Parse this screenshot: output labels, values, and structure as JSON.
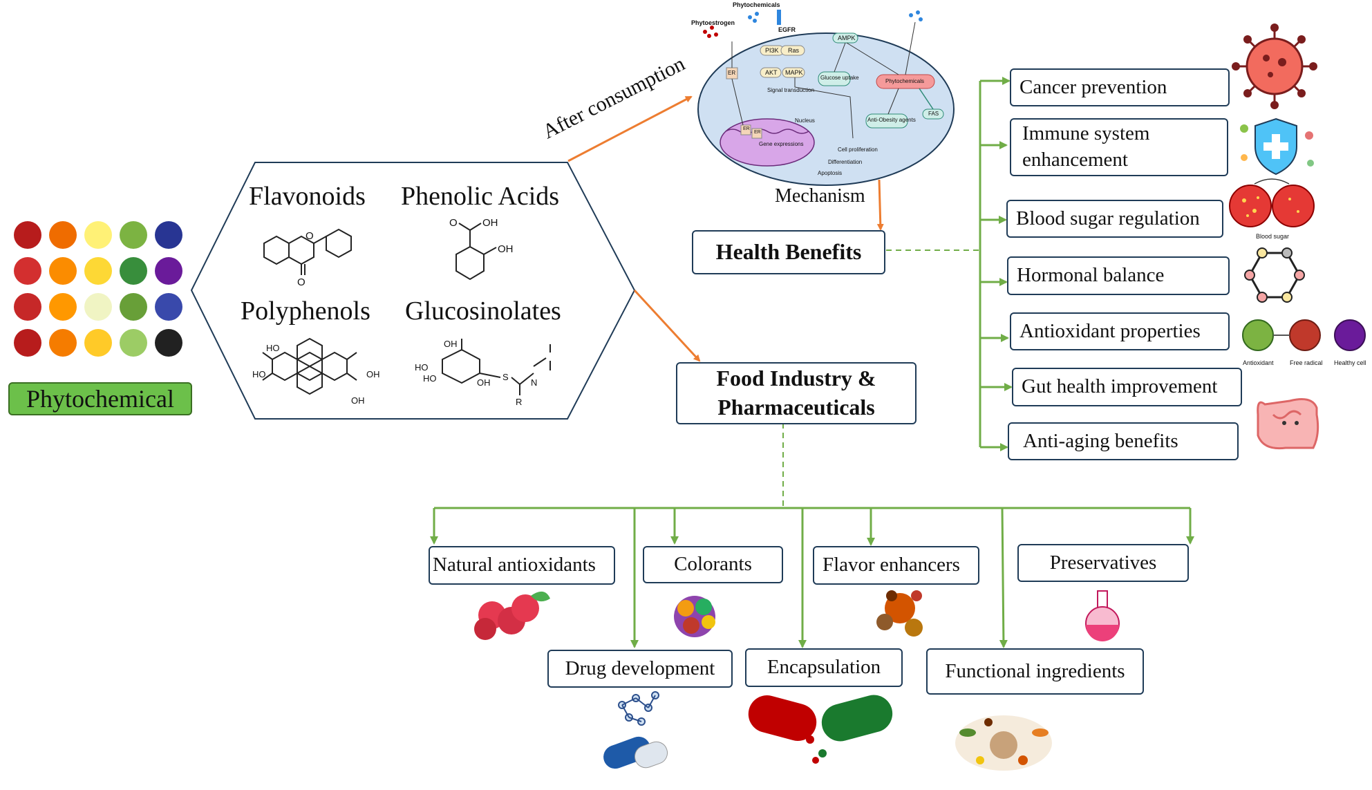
{
  "phytochemical_label": "Phytochemical",
  "classes": {
    "flavonoids": "Flavonoids",
    "phenolic_acids": "Phenolic Acids",
    "polyphenols": "Polyphenols",
    "glucosinolates": "Glucosinolates"
  },
  "structure_labels": {
    "oh": "OH",
    "ho": "HO",
    "o": "O",
    "r": "R",
    "s": "S",
    "n": "N"
  },
  "arrow_labels": {
    "after_consumption": "After consumption",
    "mechanism": "Mechanism"
  },
  "mechanism_cell": {
    "phytochemicals_top": "Phytochemicals",
    "phytoestrogen": "Phytoestrogen",
    "egfr": "EGFR",
    "pi3k": "PI3K",
    "ras": "Ras",
    "akt": "AKT",
    "mapk": "MAPK",
    "signal_transduction": "Signal transduction",
    "ampk": "AMPK",
    "glucose_uptake": "Glucose uptake",
    "phytochemicals_center": "Phytochemicals",
    "anti_obesity": "Anti-Obesity agents",
    "fas": "FAS",
    "er": "ER",
    "nucleus": "Nucleus",
    "gene_expressions": "Gene expressions",
    "cell_proliferation": "Cell proliferation",
    "differentiation": "Differentiation",
    "apoptosis": "Apoptosis"
  },
  "health_benefits": {
    "title": "Health Benefits",
    "items": [
      "Cancer prevention",
      "Immune system enhancement",
      "Blood sugar regulation",
      "Hormonal balance",
      "Antioxidant properties",
      "Gut health improvement",
      "Anti-aging benefits"
    ]
  },
  "icon_captions": {
    "blood_sugar": "Blood sugar",
    "antioxidant": "Antioxidant",
    "free_radical": "Free radical",
    "healthy_cell": "Healthy cell"
  },
  "food_industry": {
    "title_line1": "Food Industry &",
    "title_line2": "Pharmaceuticals",
    "upper_items": [
      "Natural antioxidants",
      "Colorants",
      "Flavor enhancers",
      "Preservatives"
    ],
    "lower_items": [
      "Drug development",
      "Encapsulation",
      "Functional ingredients"
    ]
  },
  "colors": {
    "green_line": "#70ad47",
    "orange_arrow": "#ed7d31",
    "box_border": "#1f3b57",
    "label_green": "#6cc04a"
  },
  "icons": [
    "fruit-vegetable-grid",
    "virus-icon",
    "shield-plus-icon",
    "blood-cell-icon",
    "hexagon-molecule-icon",
    "antioxidant-cells-icon",
    "intestine-icon",
    "raspberry-icon",
    "colorful-produce-icon",
    "spices-icon",
    "flask-icon",
    "molecule-capsule-icon",
    "capsule-icon",
    "herbs-bowl-icon",
    "cell-diagram-icon"
  ]
}
